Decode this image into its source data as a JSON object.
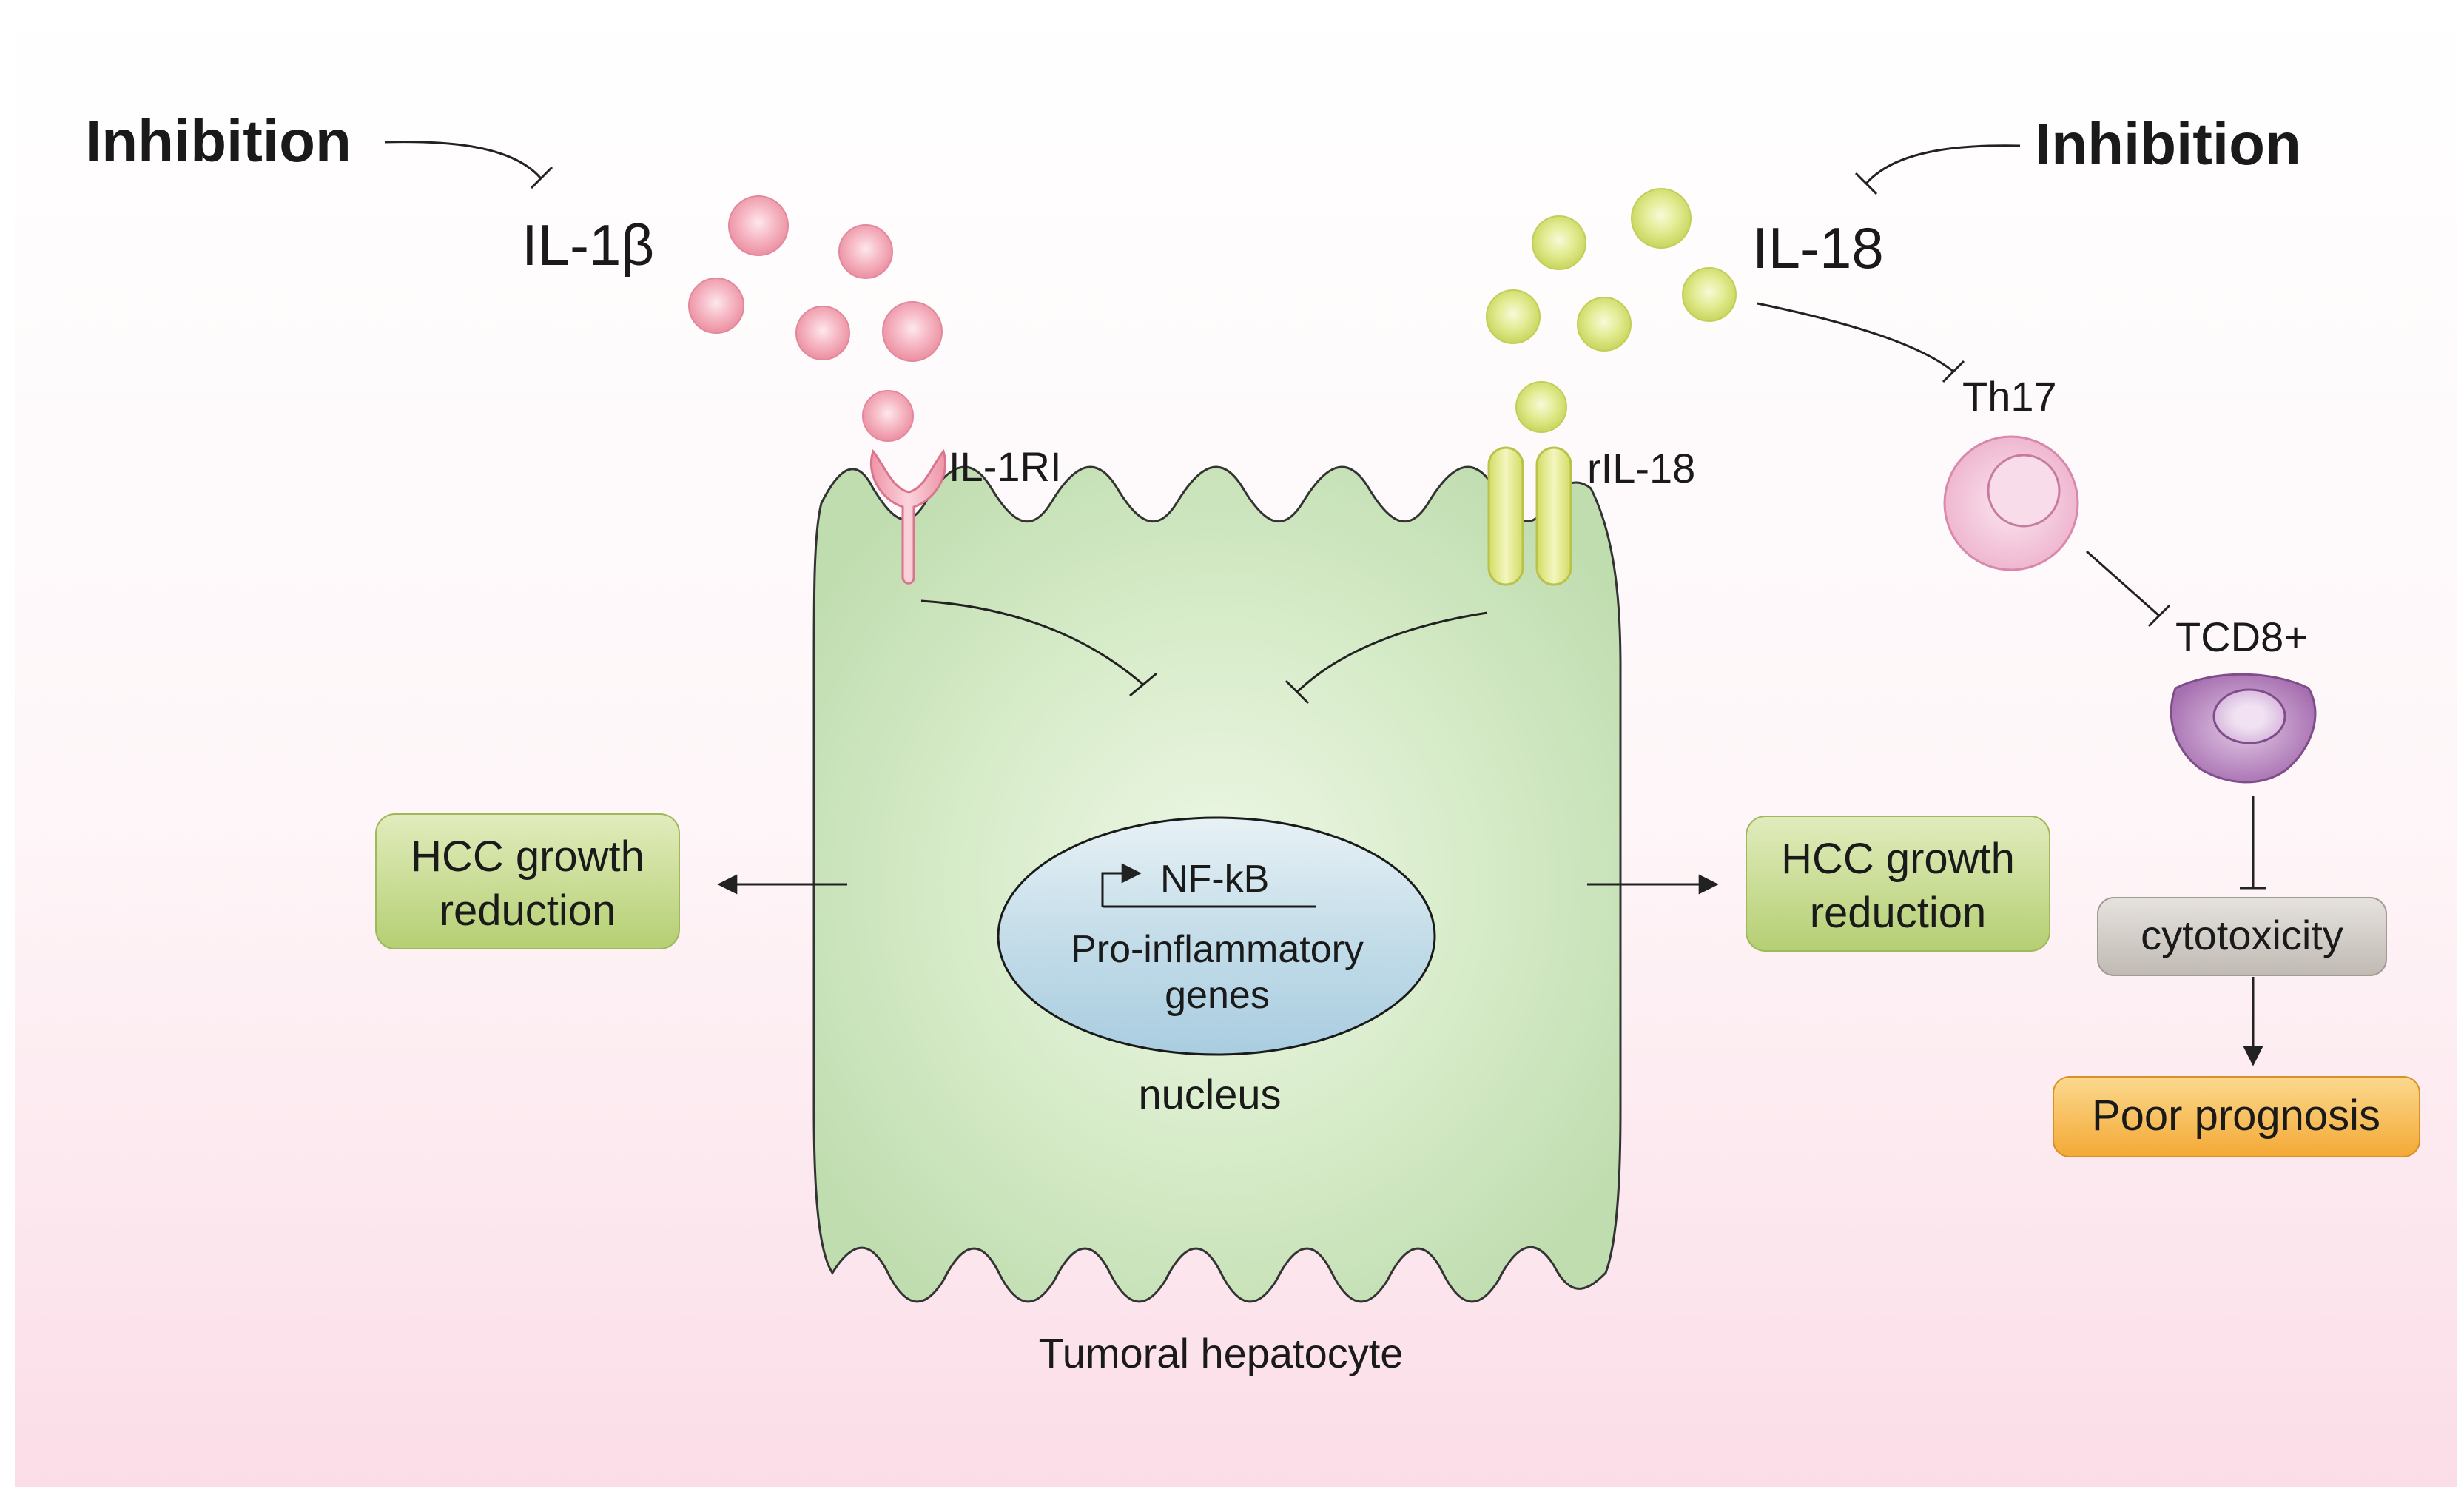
{
  "labels": {
    "inhibition_left": "Inhibition",
    "inhibition_right": "Inhibition",
    "il1b": "IL-1β",
    "il18": "IL-18",
    "il1ri": "IL-1RI",
    "ril18": "rIL-18",
    "th17": "Th17",
    "tcd8": "TCD8+",
    "hcc_left_line1": "HCC growth",
    "hcc_left_line2": "reduction",
    "hcc_right_line1": "HCC growth",
    "hcc_right_line2": "reduction",
    "nfkb": "NF-kB",
    "genes_line1": "Pro-inflammatory",
    "genes_line2": "genes",
    "nucleus": "nucleus",
    "cytotoxicity": "cytotoxicity",
    "poor_prognosis": "Poor prognosis",
    "tumoral_hepatocyte": "Tumoral hepatocyte"
  },
  "colors": {
    "background_top": "#ffffff",
    "background_bottom": "#fbdfe8",
    "cell_fill": "#c5e0b6",
    "cell_edge": "#333333",
    "il1b_particle": "#f2a5b3",
    "il18_particle": "#d8e57a",
    "il1ri_receptor": "#f2a9b8",
    "ril18_receptor": "#e2e889",
    "th17_cell": "#f4c2d8",
    "tcd8_cell": "#b987bf",
    "hcc_box": "#c9dc8e",
    "nucleus": "#b8d7e6",
    "cytotoxicity_box": "#d1ccc7",
    "poor_prognosis_box": "#f8be58"
  }
}
